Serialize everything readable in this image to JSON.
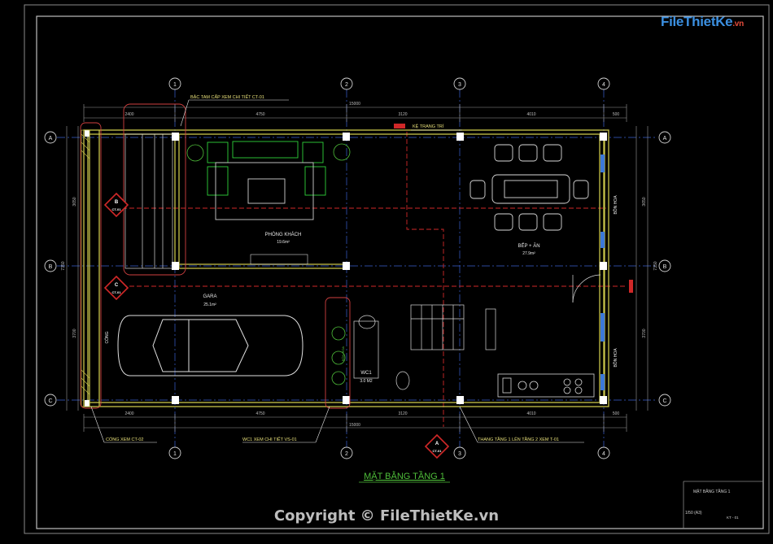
{
  "watermark": {
    "brand": "FileThietKe",
    "domain": ".vn"
  },
  "copyright": "Copyright © FileThietKe.vn",
  "drawing": {
    "title": "MẶT BẰNG TẦNG 1",
    "title_block": {
      "sheet_name": "MẶT BẰNG TẦNG 1",
      "scale": "1/50  (A3)",
      "sheet_no": "KT - 01"
    },
    "grid_cols": [
      "1",
      "2",
      "3",
      "4"
    ],
    "grid_rows": [
      "A",
      "B",
      "C"
    ],
    "dims_top": [
      "2400",
      "4750",
      "3120",
      "4010",
      "500"
    ],
    "dims_top_total": "15000",
    "dims_bottom": [
      "2400",
      "4750",
      "3120",
      "4010",
      "500"
    ],
    "dims_bottom_total": "15000",
    "dims_left": [
      "3650",
      "3700"
    ],
    "dims_left_total": "7350",
    "dims_right": [
      "3650",
      "3700"
    ],
    "dims_right_total": "7350",
    "rooms": [
      {
        "name": "PHÒNG KHÁCH",
        "area": "19.6m²"
      },
      {
        "name": "BẾP + ĂN",
        "area": "27.9m²"
      },
      {
        "name": "GARA",
        "area": "25.1m²"
      },
      {
        "name": "WC1",
        "area": "3.0 M2"
      }
    ],
    "vertical_labels": {
      "gate": "CỔNG",
      "garden_top": "BỒN HOA",
      "garden_bottom": "BỒN HOA",
      "planter": "BỒN HOA"
    },
    "callouts": {
      "stairs_step": "BẬC TAM CẤP XEM CHI TIẾT CT-01",
      "shelf": "KỆ TRANG TRÍ",
      "gate_detail": "CỔNG XEM CT-02",
      "wc_detail": "WC1 XEM CHI TIẾT VS-01",
      "stair_detail": "THANG TẦNG 1 LÊN TẦNG 2 XEM T-01"
    },
    "section_marks": [
      {
        "letter": "B",
        "ref": "CT-01"
      },
      {
        "letter": "C",
        "ref": "CT-01"
      },
      {
        "letter": "A",
        "ref": "CT-01"
      }
    ]
  }
}
